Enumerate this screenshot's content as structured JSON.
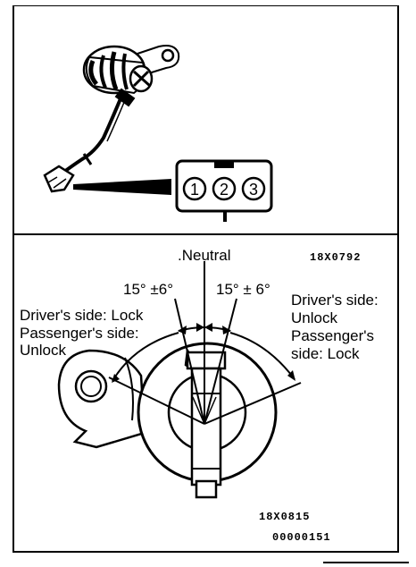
{
  "connector": {
    "pins": [
      "1",
      "2",
      "3"
    ]
  },
  "labels": {
    "neutral": ".Neutral",
    "left_angle": "15° ±6°",
    "right_angle": "15° ± 6°",
    "left_desc_line1": "Driver's side: Lock",
    "left_desc_line2": "Passenger's side:",
    "left_desc_line3": "Unlock",
    "right_desc_line1": "Driver's side:",
    "right_desc_line2": "Unlock",
    "right_desc_line3": "Passenger's",
    "right_desc_line4": "side:  Lock"
  },
  "codes": {
    "upper_ref": "18X0792",
    "lower_ref": "18X0815",
    "doc_number": "00000151"
  }
}
